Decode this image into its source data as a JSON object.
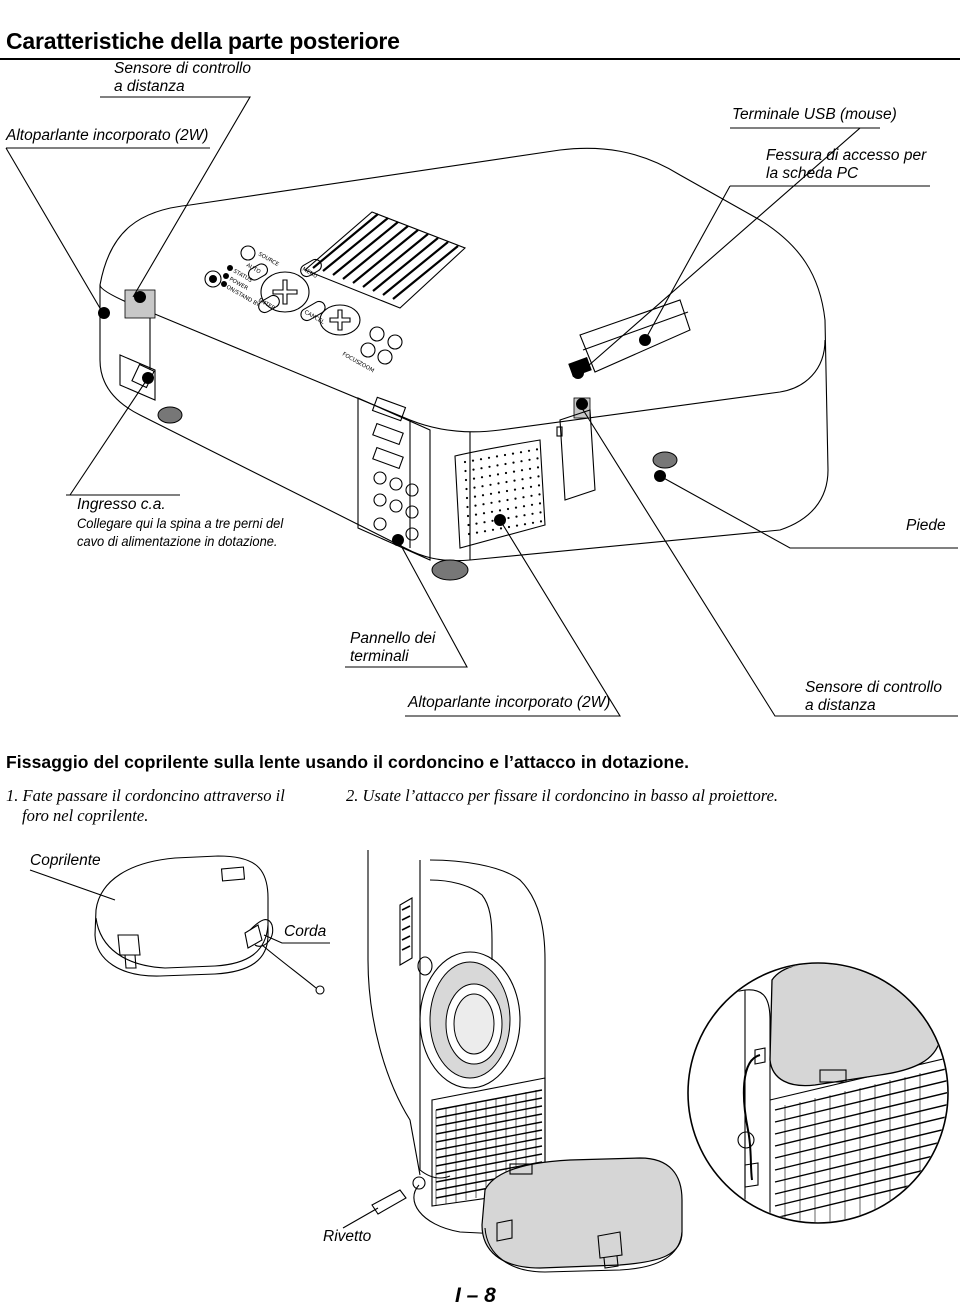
{
  "title": "Caratteristiche della parte posteriore",
  "callouts": {
    "remote_sensor_top": [
      "Sensore di controllo",
      "a distanza"
    ],
    "speaker_top": "Altoparlante incorporato (2W)",
    "usb": "Terminale USB (mouse)",
    "pc_card": [
      "Fessura di accesso per",
      "la scheda PC"
    ],
    "ac_input": {
      "heading": "Ingresso c.a.",
      "desc": [
        "Collegare qui la spina a tre perni del",
        "cavo di alimentazione in dotazione."
      ]
    },
    "foot": "Piede",
    "terminal_panel": [
      "Pannello dei",
      "terminali"
    ],
    "speaker_bottom": "Altoparlante incorporato (2W)",
    "remote_sensor_bottom": [
      "Sensore di controllo",
      "a distanza"
    ]
  },
  "projector_panel_labels": {
    "source": "SOURCE",
    "auto_adjust": [
      "AUTO",
      "ADJUST"
    ],
    "status": "STATUS",
    "power": "POWER",
    "on_standby": "ON/STAND BY",
    "menu": "MENU",
    "enter": "ENTER",
    "cancel": "CANCEL",
    "select": "SELECT",
    "focus": "FOCUS",
    "zoom": "ZOOM"
  },
  "section": {
    "heading": "Fissaggio del coprilente sulla lente usando il cordoncino e l’attacco in dotazione.",
    "step1": [
      "1. Fate passare il cordoncino attraverso il",
      "foro nel coprilente."
    ],
    "step2": "2. Usate l’attacco per fissare il cordoncino in basso al proiettore."
  },
  "figure_labels": {
    "lens_cap": "Coprilente",
    "strap": "Corda",
    "rivet": "Rivetto"
  },
  "page_number": "I – 8"
}
